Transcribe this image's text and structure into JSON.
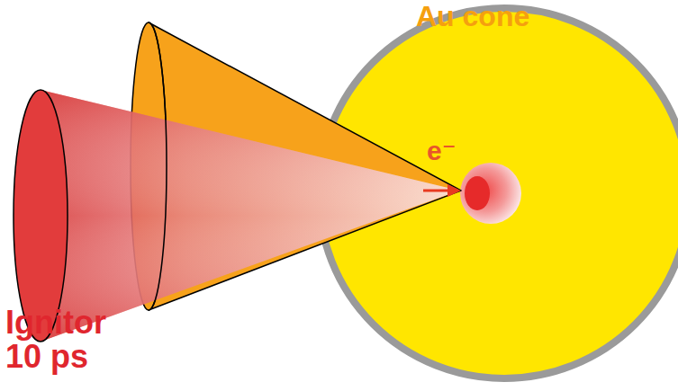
{
  "diagram": {
    "labels": [
      "Au cone",
      "e⁻",
      "Ignitor 10 ps"
    ]
  }
}
